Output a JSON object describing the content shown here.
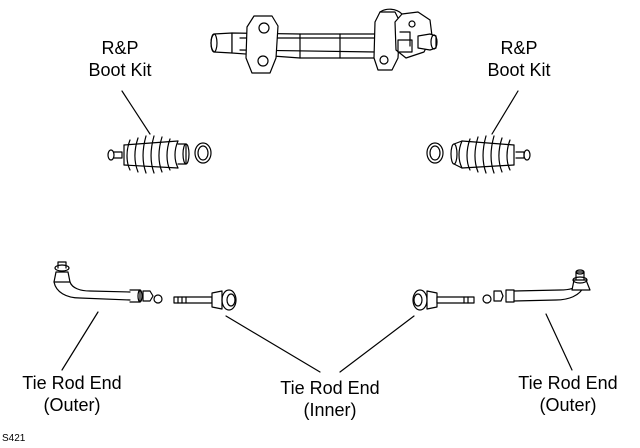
{
  "labels": {
    "boot_kit_left": {
      "line1": "R&P",
      "line2": "Boot Kit"
    },
    "boot_kit_right": {
      "line1": "R&P",
      "line2": "Boot Kit"
    },
    "tie_rod_outer_left": {
      "line1": "Tie Rod End",
      "line2": "(Outer)"
    },
    "tie_rod_inner": {
      "line1": "Tie Rod End",
      "line2": "(Inner)"
    },
    "tie_rod_outer_right": {
      "line1": "Tie Rod End",
      "line2": "(Outer)"
    }
  },
  "figure_code": "S421",
  "colors": {
    "line": "#000000",
    "background": "#ffffff"
  }
}
